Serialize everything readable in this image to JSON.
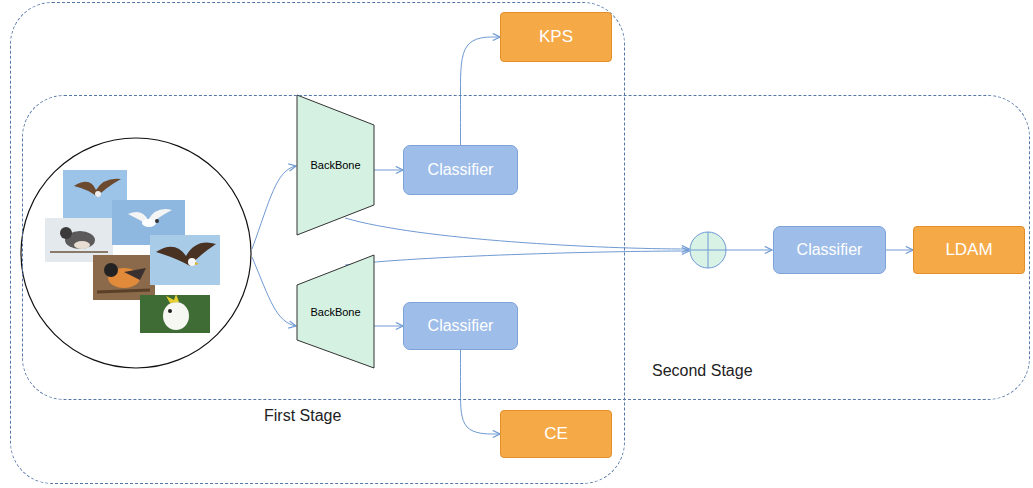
{
  "diagram": {
    "nodes": [
      {
        "text": [
          "First Stage"
        ]
      },
      {
        "text": [
          "KPS"
        ],
        "in": 0
      },
      {
        "text": [
          "BackBone"
        ],
        "in": 0
      },
      {
        "text": [
          "Classifier"
        ],
        "in": 0
      },
      {
        "text": [
          "BackBone"
        ],
        "in": 0
      },
      {
        "text": [
          "Classifier"
        ],
        "in": 0
      },
      {
        "text": [
          "CE"
        ],
        "in": 0
      },
      {
        "text": [
          "Second Stage"
        ]
      },
      {
        "text": [
          "Classifier"
        ],
        "in": 7
      },
      {
        "text": [
          "LDAM"
        ],
        "in": 7
      }
    ],
    "edges": [
      {
        "from": 2,
        "to": 3,
        "arrow": "to"
      },
      {
        "from": 3,
        "to": 1,
        "arrow": "to"
      },
      {
        "from": 4,
        "to": 5,
        "arrow": "to"
      },
      {
        "from": 5,
        "to": 6,
        "arrow": "to"
      },
      {
        "from": 8,
        "to": 9,
        "arrow": "to"
      }
    ]
  }
}
